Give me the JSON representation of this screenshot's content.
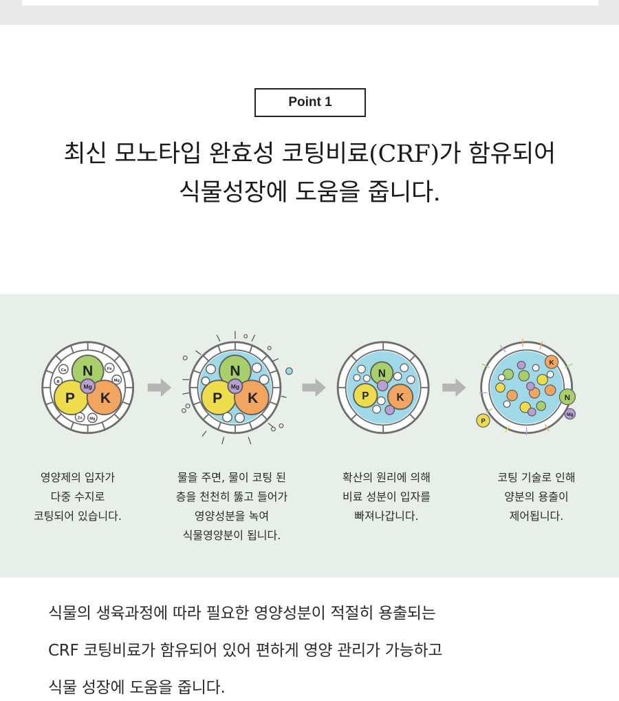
{
  "badge": "Point 1",
  "headline": {
    "line1": "최신 모노타입 완효성 코팅비료(CRF)가 함유되어",
    "line2": "식물성장에 도움을 줍니다."
  },
  "steps": [
    {
      "caption": "영양제의 입자가\n다중 수지로\n코팅되어 있습니다."
    },
    {
      "caption": "물을 주면, 물이 코팅 된\n층을 천천히 뚫고 들어가\n영양성분을 녹여\n식물영양분이 됩니다."
    },
    {
      "caption": "확산의 원리에 의해\n비료 성분이 입자를\n빠져나갑니다."
    },
    {
      "caption": "코팅 기술로 인해\n양분의 용출이\n제어됩니다."
    }
  ],
  "particles": {
    "N": "N",
    "P": "P",
    "K": "K",
    "Mg": "Mg",
    "Ca": "Ca",
    "Fe": "Fe",
    "B": "B",
    "Zn": "Zn"
  },
  "description": {
    "line1": "식물의 생육과정에 따라 필요한 영양성분이 적절히 용출되는",
    "line2": "CRF 코팅비료가 함유되어 있어 편하게 영양 관리가 가능하고",
    "line3": "식물 성장에 도움을 줍니다."
  },
  "colors": {
    "band_bg": "#e8efe8",
    "nitrogen": "#a8cf6a",
    "phosphorus": "#eddc4c",
    "potassium": "#f2a55e",
    "magnesium": "#b79ed3",
    "water": "#9fd8e6",
    "arrow": "#b5b5b5"
  }
}
